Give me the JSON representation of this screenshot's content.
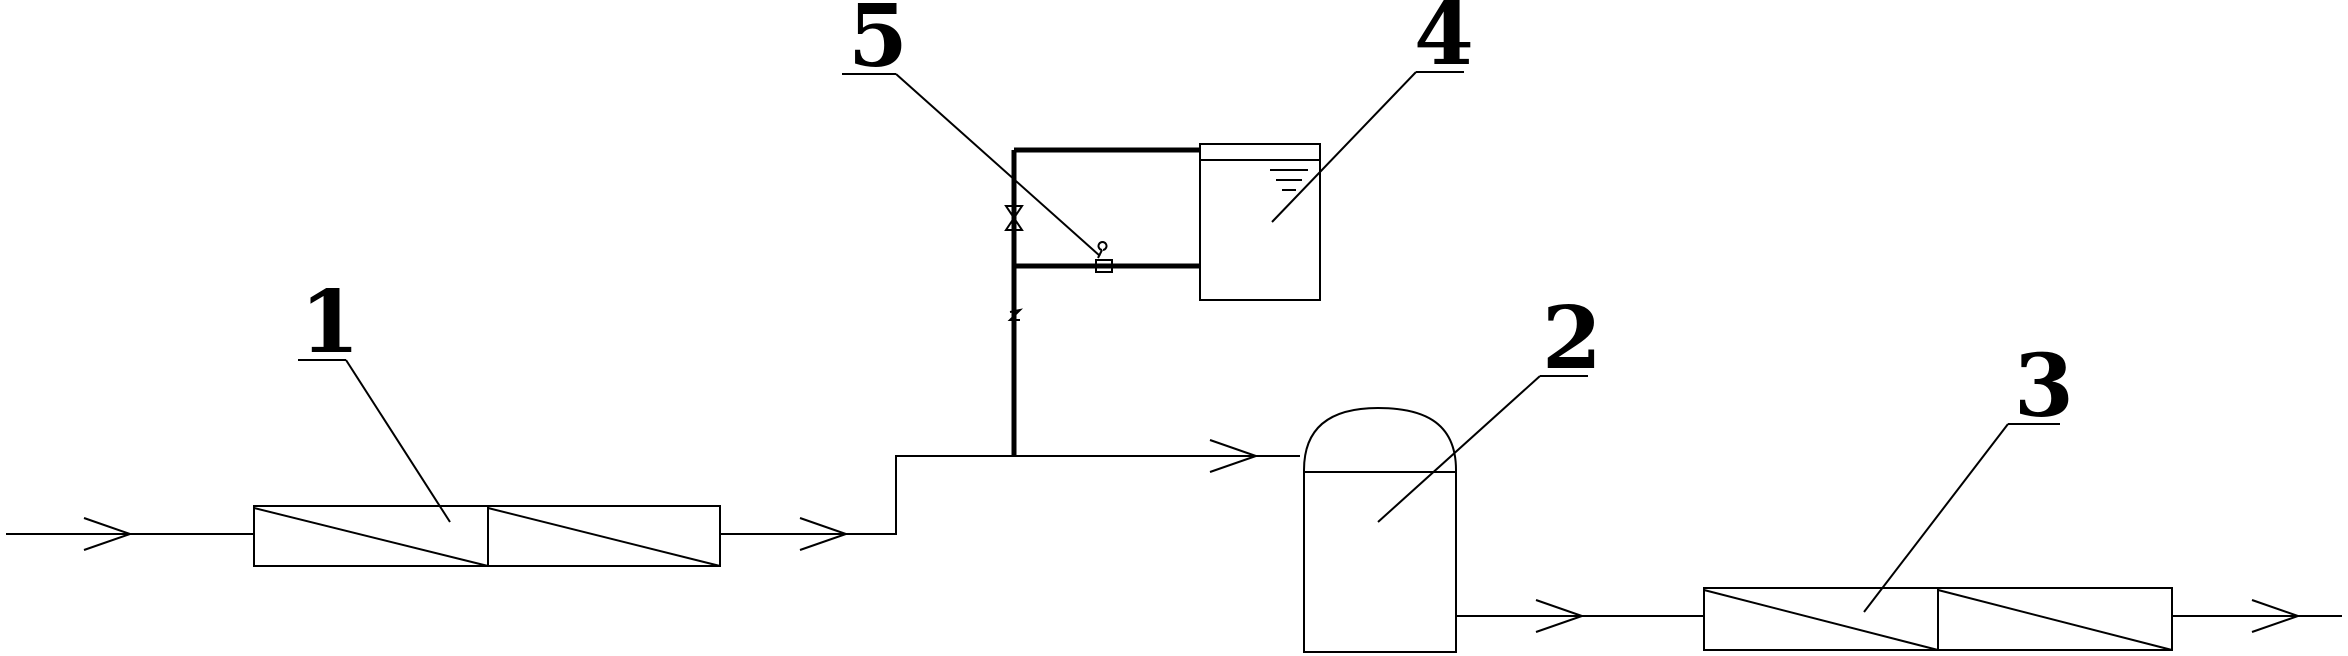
{
  "diagram": {
    "labels": {
      "component_1": "1",
      "component_2": "2",
      "component_3": "3",
      "component_4": "4",
      "component_5": "5"
    }
  }
}
